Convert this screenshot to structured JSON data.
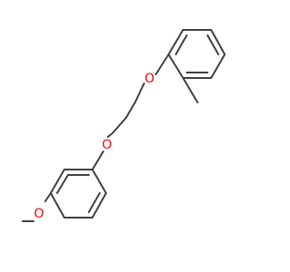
{
  "colors": {
    "bond": "#404040",
    "oxygen": "#ff0000",
    "background": "#ffffff"
  },
  "atoms": [
    {
      "label": "O",
      "element": "oxygen"
    },
    {
      "label": "O",
      "element": "oxygen"
    },
    {
      "label": "O",
      "element": "oxygen"
    }
  ]
}
